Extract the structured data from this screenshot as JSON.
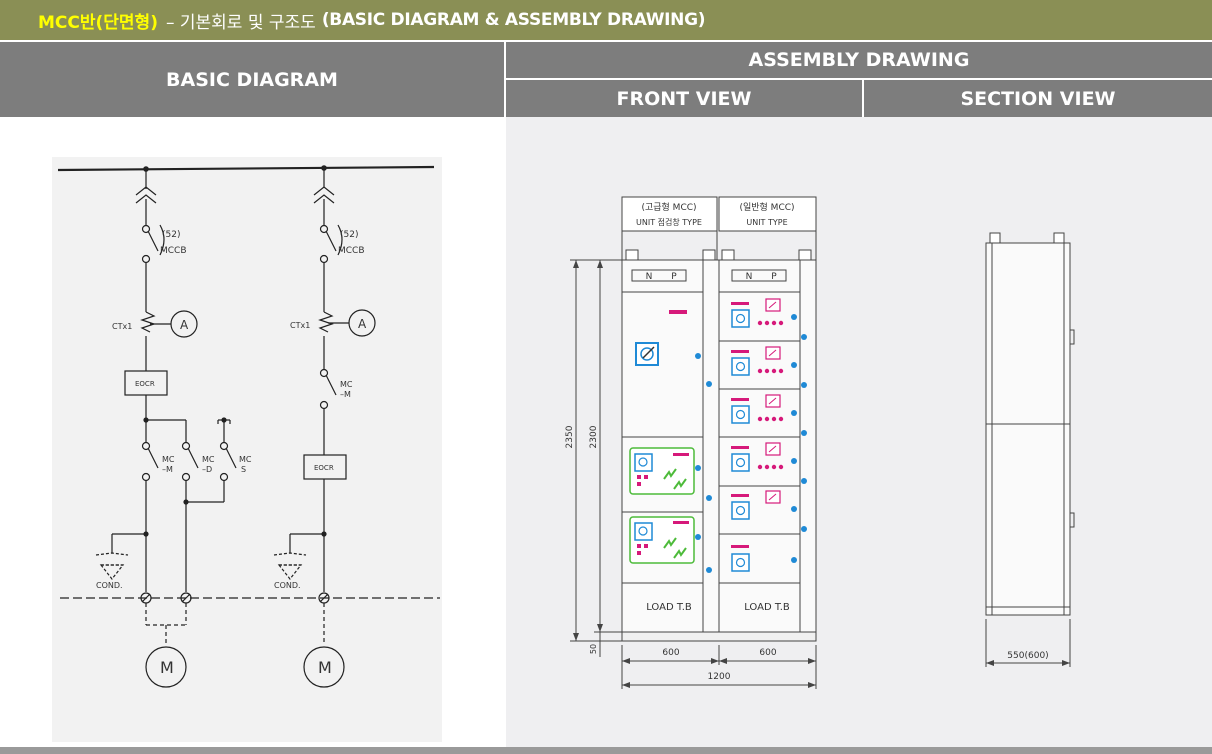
{
  "title": {
    "main": "MCC반(단면형)",
    "sub": "– 기본회로 및 구조도",
    "en": "(BASIC DIAGRAM & ASSEMBLY DRAWING)"
  },
  "headers": {
    "basic": "BASIC DIAGRAM",
    "assembly": "ASSEMBLY DRAWING",
    "front": "FRONT VIEW",
    "section": "SECTION VIEW"
  },
  "basic_diagram": {
    "breaker_no": "(52)",
    "breaker": "MCCB",
    "ct": "CTx1",
    "ammeter": "A",
    "eocr": "EOCR",
    "mc_m1": "MC",
    "mc_m2": "–M",
    "mc_d1": "MC",
    "mc_d2": "–D",
    "mc_s1": "MC",
    "mc_s2": "S",
    "cond": "COND.",
    "motor": "M"
  },
  "front_view": {
    "label_left_1": "(고급형 MCC)",
    "label_left_2": "UNIT 점검창 TYPE",
    "label_right_1": "(일반형 MCC)",
    "label_right_2": "UNIT TYPE",
    "np_n": "N",
    "np_p": "P",
    "load_tb": "LOAD T.B",
    "dim_2350": "2350",
    "dim_2300": "2300",
    "dim_50": "50",
    "dim_600": "600",
    "dim_1200": "1200"
  },
  "section_view": {
    "dim_depth": "550(600)"
  },
  "colors": {
    "title_bar": "#8a8f55",
    "title_highlight": "#ffff00",
    "header_bg": "#7d7d7d",
    "panel_bg": "#efeff1",
    "accent_magenta": "#d6197a",
    "accent_blue": "#1f8ad6",
    "accent_green": "#4dbb3a"
  }
}
